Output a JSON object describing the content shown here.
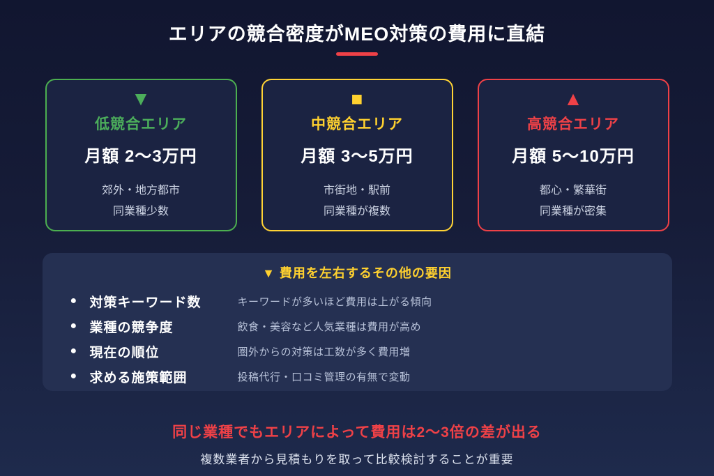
{
  "title": {
    "text": "エリアの競合密度がMEO対策の費用に直結"
  },
  "cards": [
    {
      "icon": "▼",
      "icon_name": "triangle-down-icon",
      "name": "低競合エリア",
      "price": "月額 2〜3万円",
      "line1": "郊外・地方都市",
      "line2": "同業種少数",
      "accent_color": "#4cae5b"
    },
    {
      "icon": "■",
      "icon_name": "square-icon",
      "name": "中競合エリア",
      "price": "月額 3〜5万円",
      "line1": "市街地・駅前",
      "line2": "同業種が複数",
      "accent_color": "#ffd12f"
    },
    {
      "icon": "▲",
      "icon_name": "triangle-up-icon",
      "name": "高競合エリア",
      "price": "月額 5〜10万円",
      "line1": "都心・繁華街",
      "line2": "同業種が密集",
      "accent_color": "#ef4147"
    }
  ],
  "factors": {
    "title": "▼ 費用を左右するその他の要因",
    "bullet": "●",
    "items": [
      {
        "label": "対策キーワード数",
        "desc": "キーワードが多いほど費用は上がる傾向"
      },
      {
        "label": "業種の競争度",
        "desc": "飲食・美容など人気業種は費用が高め"
      },
      {
        "label": "現在の順位",
        "desc": "圏外からの対策は工数が多く費用増"
      },
      {
        "label": "求める施策範囲",
        "desc": "投稿代行・口コミ管理の有無で変動"
      }
    ]
  },
  "footer": {
    "highlight": "同じ業種でもエリアによって費用は2〜3倍の差が出る",
    "note": "複数業者から見積もりを取って比較検討することが重要"
  },
  "colors": {
    "background_top": "#111630",
    "background_bottom": "#1e2a4c",
    "panel_background": "#253052",
    "card_background": "#1b2342",
    "green_accent": "#4cae5b",
    "yellow_accent": "#ffd12f",
    "red_accent": "#ef4147"
  }
}
